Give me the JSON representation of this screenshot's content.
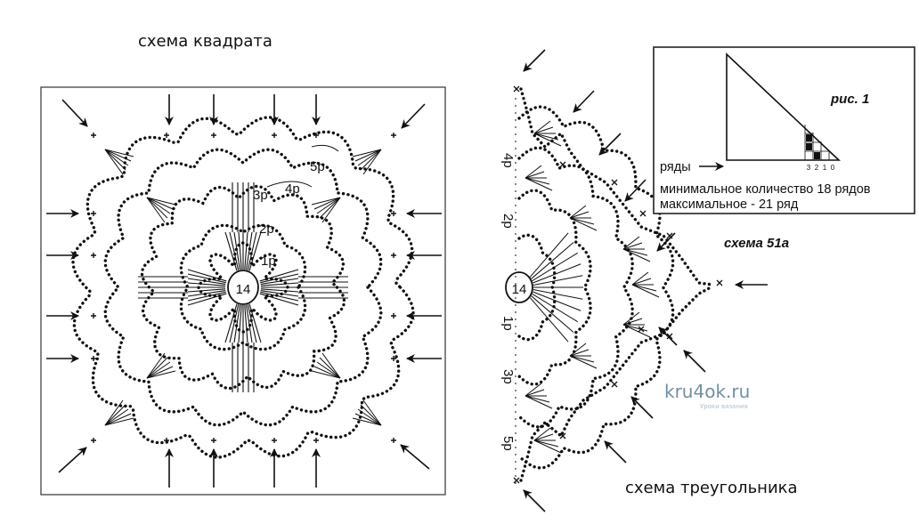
{
  "captions": {
    "square": "схема квадрата",
    "triangle": "схема треугольника"
  },
  "square": {
    "center_number": "14",
    "row_labels": [
      "1р",
      "2р",
      "3р",
      "4р",
      "5р"
    ]
  },
  "triangle": {
    "center_number": "14",
    "row_labels": [
      "1р",
      "2р",
      "3р",
      "4р",
      "5р"
    ],
    "scheme_label": "схема 51а"
  },
  "inset": {
    "title": "рис. 1",
    "rows_label": "ряды",
    "row_numbers": [
      "3",
      "2",
      "1",
      "0"
    ],
    "line1": "минимальное количество 18 рядов",
    "line2": "максимальное - 21 ряд"
  },
  "watermark": {
    "text": "kru4ok.ru",
    "sub": "Уроки вязания"
  },
  "colors": {
    "ink": "#111111",
    "watermark": "#6f8fa6"
  }
}
